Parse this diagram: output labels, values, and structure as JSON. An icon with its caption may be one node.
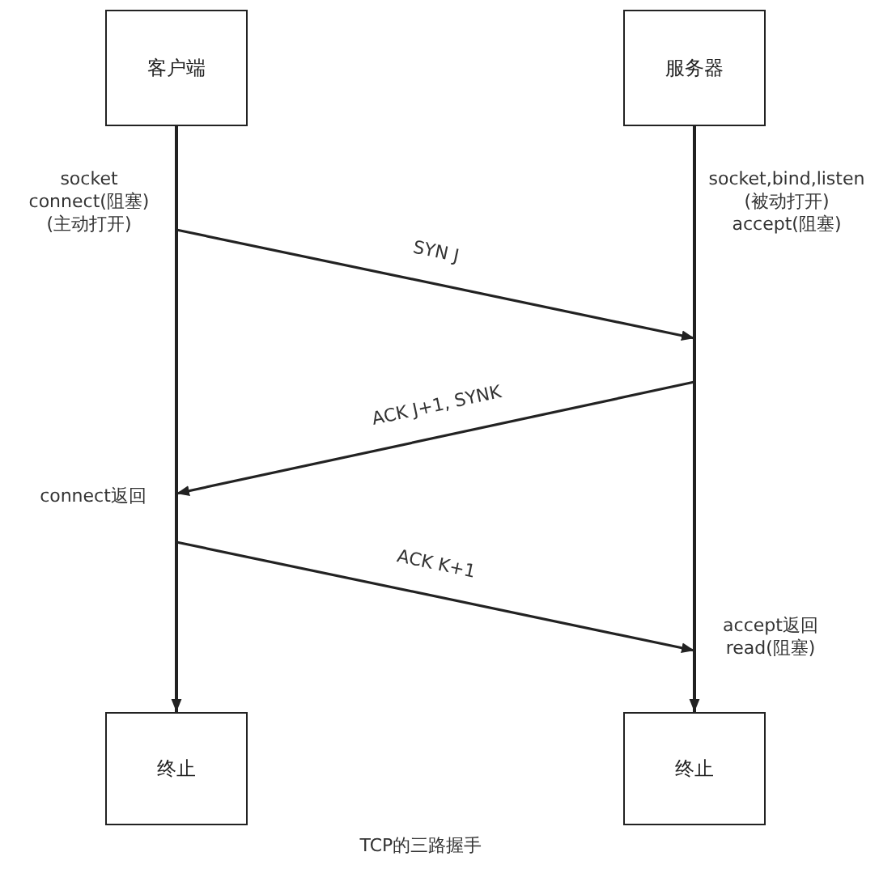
{
  "diagram": {
    "caption": "TCP的三路握手",
    "nodes": [
      {
        "text": [
          "客户端"
        ]
      },
      {
        "text": [
          "服务器"
        ]
      },
      {
        "text": [
          "终止"
        ]
      },
      {
        "text": [
          "终止"
        ]
      },
      {
        "text": [],
        "shape": "line"
      },
      {
        "text": [],
        "shape": "line"
      }
    ],
    "edges": [
      {
        "from": 0,
        "to": 2,
        "arrow": "to"
      },
      {
        "from": 1,
        "to": 3,
        "arrow": "to"
      },
      {
        "from": 4,
        "to": 5,
        "arrow": "to",
        "label": "SYN J"
      },
      {
        "from": 5,
        "to": 4,
        "arrow": "to",
        "label": "ACK J+1, SYNK"
      },
      {
        "from": 4,
        "to": 5,
        "arrow": "to",
        "label": "ACK K+1"
      }
    ],
    "labels": [
      "socket connect(阻塞) (主动打开)",
      "socket,bind,listen (被动打开) accept(阻塞)",
      "connect返回",
      "accept返回 read(阻塞)"
    ]
  }
}
